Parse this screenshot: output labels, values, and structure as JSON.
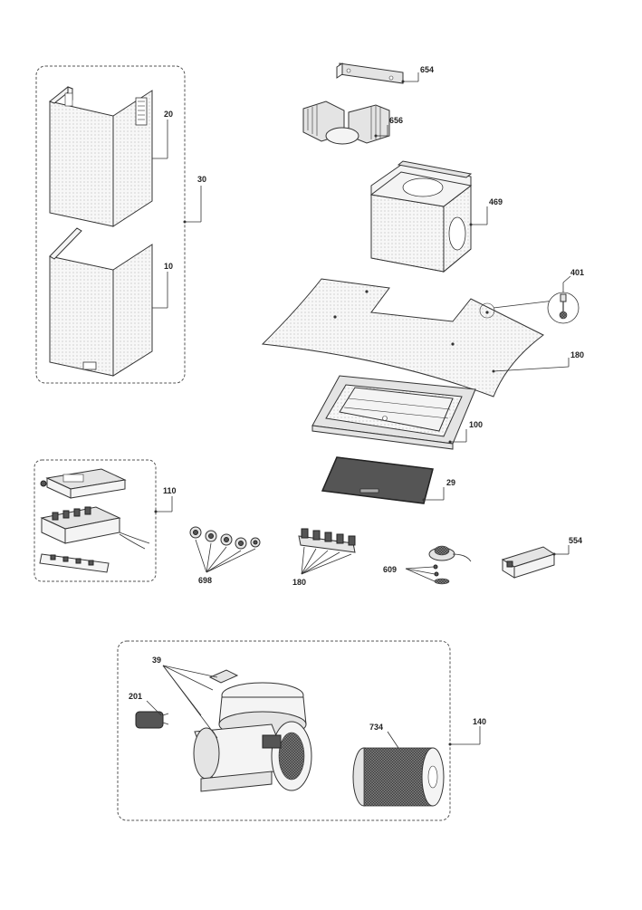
{
  "callouts": {
    "c654": "654",
    "c656": "656",
    "c469": "469",
    "c401": "401",
    "c180a": "180",
    "c100": "100",
    "c29": "29",
    "c20": "20",
    "c30": "30",
    "c10": "10",
    "c110": "110",
    "c698": "698",
    "c180b": "180",
    "c609": "609",
    "c554": "554",
    "c39": "39",
    "c201": "201",
    "c734": "734",
    "c140": "140"
  }
}
